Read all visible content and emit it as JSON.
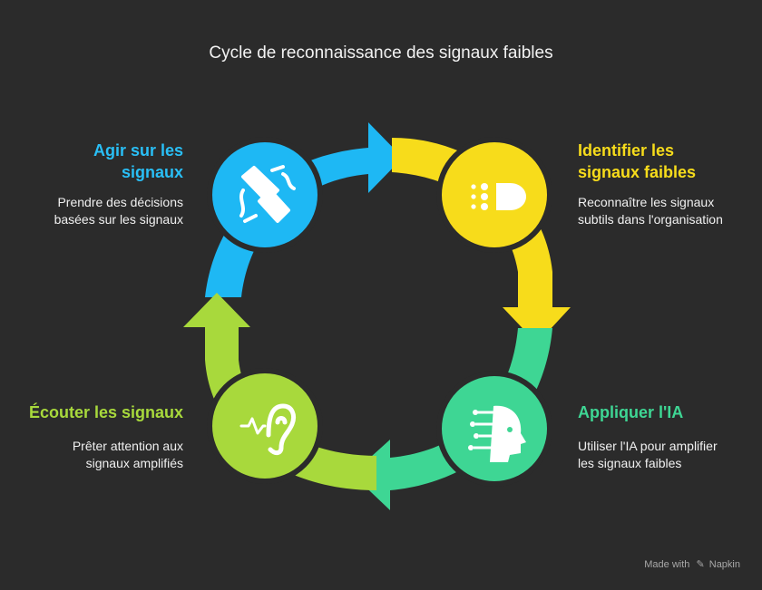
{
  "title": "Cycle de reconnaissance des signaux faibles",
  "steps": [
    {
      "title_line1": "Agir sur les",
      "title_line2": "signaux",
      "desc_line1": "Prendre des décisions",
      "desc_line2": "basées sur les signaux",
      "color": "#1eb8f4",
      "icon": "handshake-icon"
    },
    {
      "title_line1": "Identifier les",
      "title_line2": "signaux faibles",
      "desc_line1": "Reconnaître les signaux",
      "desc_line2": "subtils dans l'organisation",
      "color": "#f7dc1b",
      "icon": "signal-light-icon"
    },
    {
      "title_line1": "Appliquer l'IA",
      "title_line2": "",
      "desc_line1": "Utiliser l'IA pour amplifier",
      "desc_line2": "les signaux faibles",
      "color": "#3ed694",
      "icon": "ai-head-icon"
    },
    {
      "title_line1": "Écouter les signaux",
      "title_line2": "",
      "desc_line1": "Prêter attention aux",
      "desc_line2": "signaux amplifiés",
      "color": "#a8d93c",
      "icon": "ear-icon"
    }
  ],
  "credit": {
    "made_with": "Made with",
    "brand": "Napkin"
  }
}
